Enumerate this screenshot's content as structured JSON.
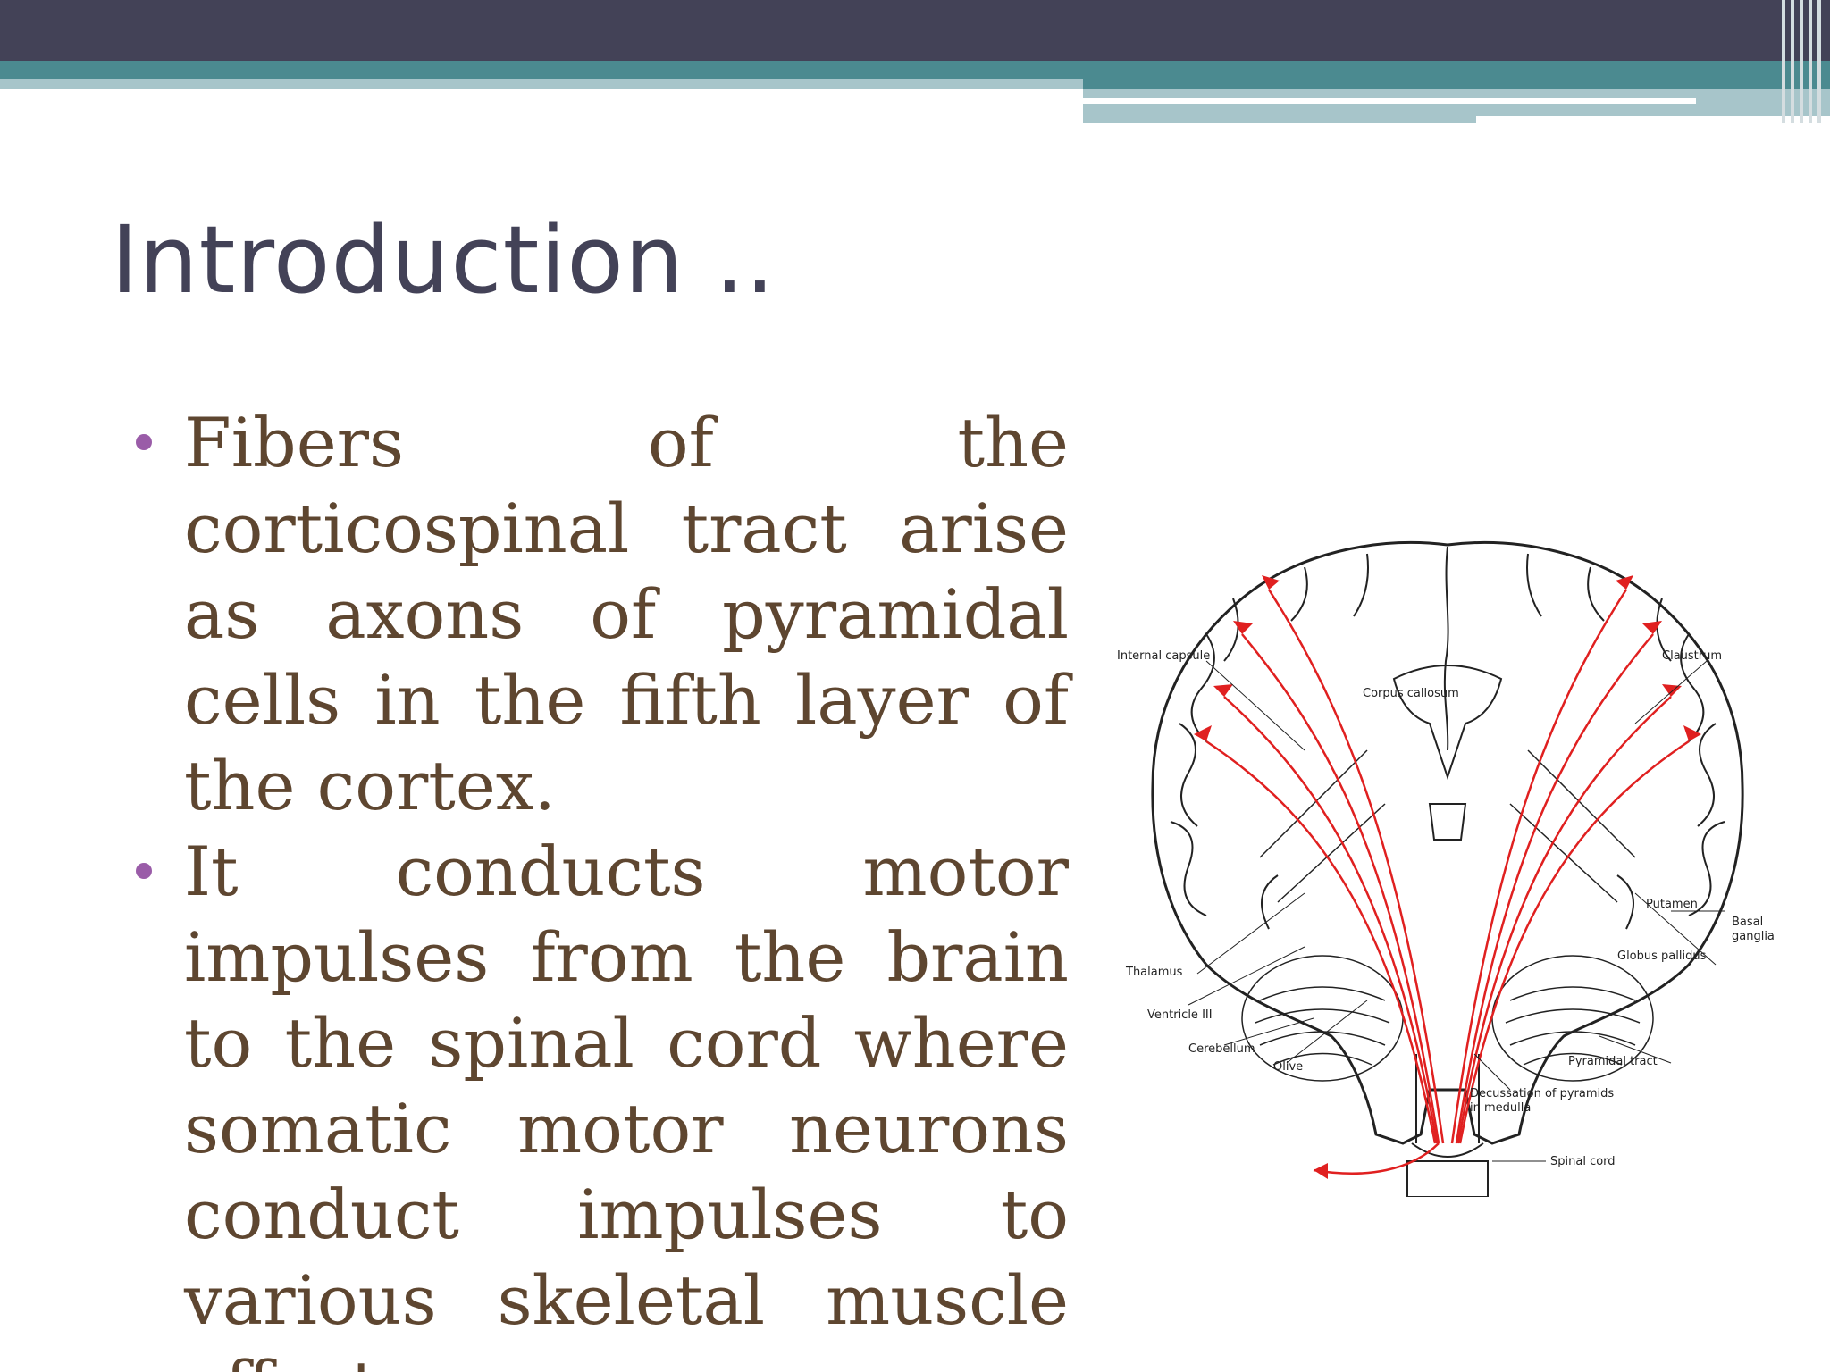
{
  "slide": {
    "title": "Introduction ..",
    "bullets": [
      "Fibers of the corticospinal tract arise as axons of pyramidal cells in the fifth layer of the cortex.",
      "It conducts motor impulses from the brain to the spinal cord where somatic motor neurons conduct impulses to various skeletal muscle effectors."
    ]
  },
  "figure": {
    "labels": {
      "internal_capsule": "Internal capsule",
      "claustrum": "Claustrum",
      "corpus_callosum": "Corpus callosum",
      "putamen": "Putamen",
      "basal": "Basal",
      "ganglia": "ganglia",
      "globus_pallidus": "Globus pallidus",
      "thalamus": "Thalamus",
      "ventricle": "Ventricle III",
      "cerebellum": "Cerebellum",
      "olive": "Olive",
      "pyramidal_tract": "Pyramidal tract",
      "decussation_1": "Decussation of pyramids",
      "decussation_2": "in medulla",
      "spinal_cord": "Spinal cord"
    }
  },
  "colors": {
    "title": "#434257",
    "body_text": "#5e4630",
    "bullet": "#9a5ca8",
    "bar_dark": "#434257",
    "bar_teal": "#4b8a90",
    "bar_light": "#a7c5ca",
    "tract": "#e02020"
  }
}
